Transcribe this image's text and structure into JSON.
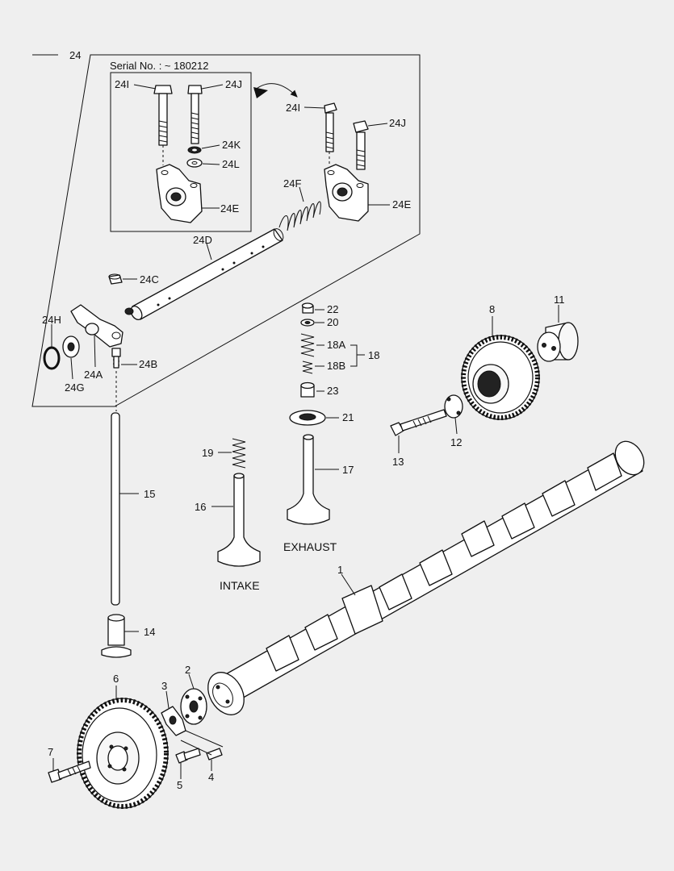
{
  "diagram": {
    "serial_note": "Serial No. : ~ 180212",
    "captions": {
      "intake": "INTAKE",
      "exhaust": "EXHAUST"
    },
    "callouts": {
      "c24": "24",
      "c24I_a": "24I",
      "c24J_a": "24J",
      "c24K": "24K",
      "c24L": "24L",
      "c24E_a": "24E",
      "c24I_b": "24I",
      "c24J_b": "24J",
      "c24F": "24F",
      "c24E_b": "24E",
      "c24D": "24D",
      "c24C": "24C",
      "c24H": "24H",
      "c24A": "24A",
      "c24G": "24G",
      "c24B": "24B",
      "c22": "22",
      "c20": "20",
      "c18A": "18A",
      "c18B": "18B",
      "c18": "18",
      "c23": "23",
      "c21": "21",
      "c17": "17",
      "c19": "19",
      "c16": "16",
      "c15": "15",
      "c14": "14",
      "c8": "8",
      "c11": "11",
      "c12": "12",
      "c13": "13",
      "c1": "1",
      "c6": "6",
      "c3": "3",
      "c2": "2",
      "c7": "7",
      "c5": "5",
      "c4": "4"
    }
  }
}
